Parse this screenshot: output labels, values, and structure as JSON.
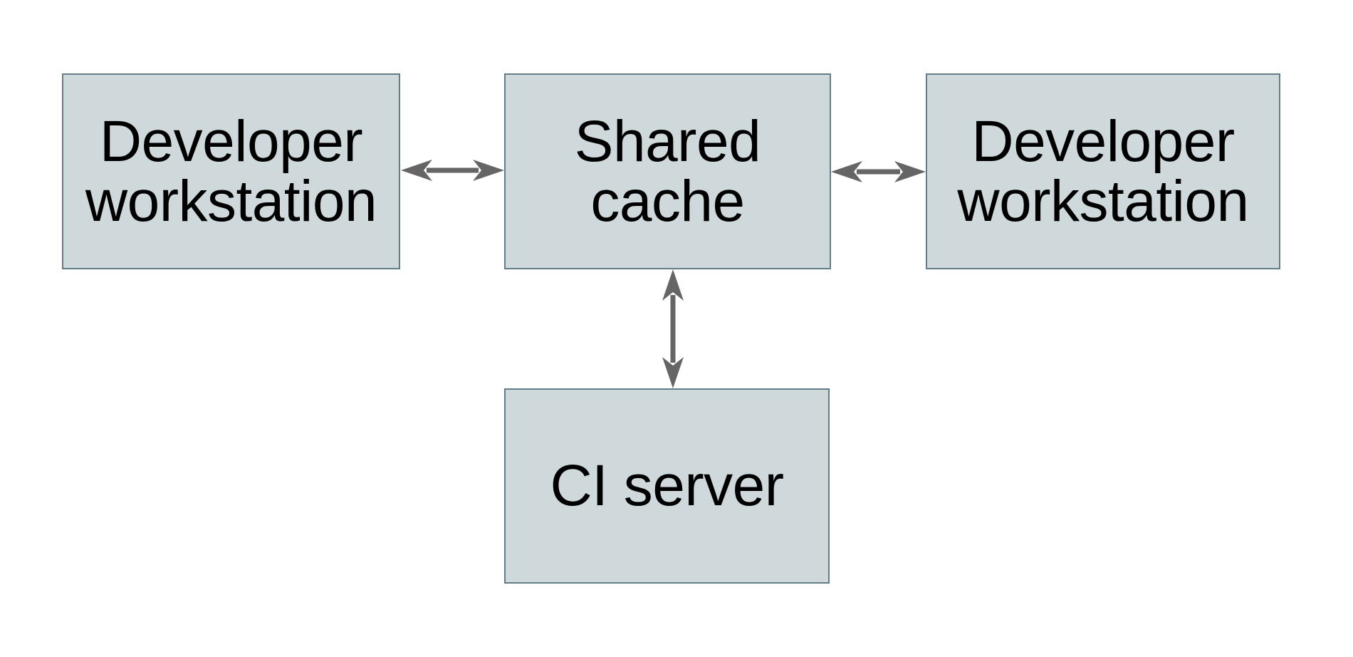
{
  "diagram": {
    "type": "architecture-diagram",
    "nodes": [
      {
        "id": "dev-workstation-left",
        "label": "Developer\nworkstation"
      },
      {
        "id": "shared-cache",
        "label": "Shared\ncache"
      },
      {
        "id": "dev-workstation-right",
        "label": "Developer\nworkstation"
      },
      {
        "id": "ci-server",
        "label": "CI server"
      }
    ],
    "edges": [
      {
        "from": "dev-workstation-left",
        "to": "shared-cache",
        "direction": "bidirectional"
      },
      {
        "from": "shared-cache",
        "to": "dev-workstation-right",
        "direction": "bidirectional"
      },
      {
        "from": "shared-cache",
        "to": "ci-server",
        "direction": "bidirectional"
      }
    ],
    "colors": {
      "node_fill": "#cfd8da",
      "node_border": "#627c88",
      "arrow": "#656565",
      "text": "#000000",
      "background": "#ffffff"
    }
  }
}
